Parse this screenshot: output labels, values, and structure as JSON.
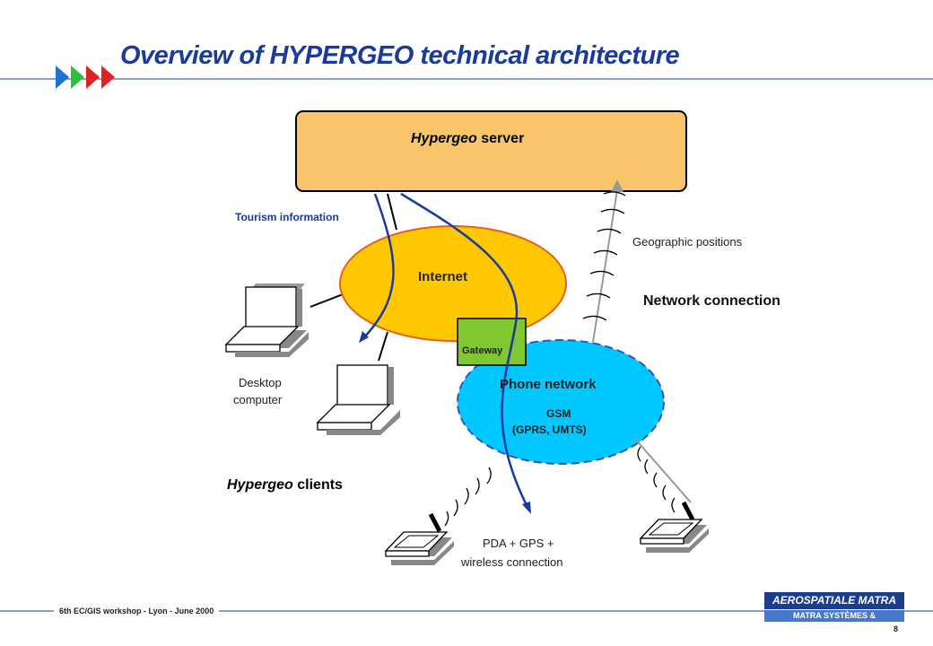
{
  "title": "Overview of HYPERGEO technical architecture",
  "server": {
    "brand": "Hypergeo",
    "label": "server"
  },
  "internet": "Internet",
  "gateway": "Gateway",
  "phone_network": {
    "title": "Phone network",
    "line1": "GSM",
    "line2": "(GPRS, UMTS)"
  },
  "labels": {
    "tourism": "Tourism information",
    "geo": "Geographic positions",
    "network_connection": "Network connection",
    "desktop_line1": "Desktop",
    "desktop_line2": "computer",
    "pda_line1": "PDA + GPS +",
    "pda_line2": "wireless connection"
  },
  "clients": {
    "brand": "Hypergeo",
    "label": "clients"
  },
  "footer": {
    "workshop": "6th EC/GIS workshop - Lyon - June 2000",
    "page": "8"
  },
  "logo": {
    "line1": "AEROSPATIALE MATRA",
    "line2": "MATRA SYSTÈMES & INFORMATION"
  },
  "colors": {
    "title": "#1a3a9c",
    "server": "#f8c56a",
    "internet": "#ffc800",
    "phone": "#00c8ff",
    "gateway": "#7fc832",
    "arrow": "#1a3a9c"
  }
}
